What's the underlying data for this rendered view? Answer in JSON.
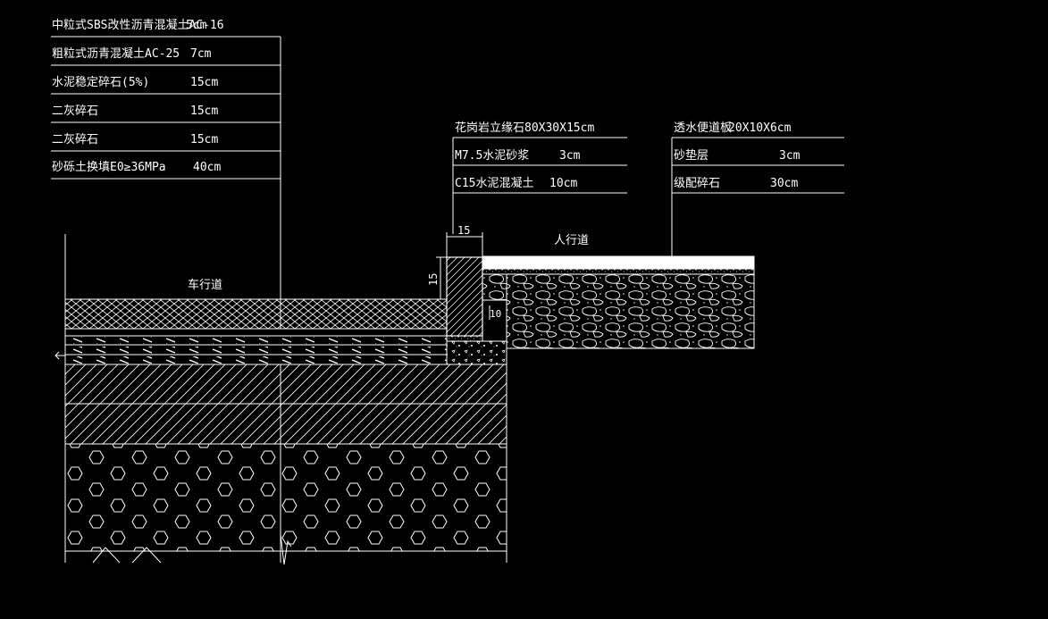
{
  "road_layers": [
    {
      "name": "中粒式SBS改性沥青混凝土AC-16",
      "thickness": "5cm"
    },
    {
      "name": "粗粒式沥青混凝土AC-25",
      "thickness": "7cm"
    },
    {
      "name": "水泥稳定碎石(5%)",
      "thickness": "15cm"
    },
    {
      "name": "二灰碎石",
      "thickness": "15cm"
    },
    {
      "name": "二灰碎石",
      "thickness": "15cm"
    },
    {
      "name": "砂砾土换填E0≥36MPa",
      "thickness": "40cm"
    }
  ],
  "curb_layers": [
    {
      "name": "花岗岩立缘石80X30X15cm",
      "thickness": ""
    },
    {
      "name": "M7.5水泥砂浆",
      "thickness": "3cm"
    },
    {
      "name": "C15水泥混凝土",
      "thickness": "10cm"
    }
  ],
  "sidewalk_layers": [
    {
      "name": "透水便道板",
      "thickness": "20X10X6cm"
    },
    {
      "name": "砂垫层",
      "thickness": "3cm"
    },
    {
      "name": "级配碎石",
      "thickness": "30cm"
    }
  ],
  "labels": {
    "carriageway": "车行道",
    "sidewalk": "人行道",
    "dim_curb_width": "15",
    "dim_curb_height": "15",
    "dim_base": "10"
  },
  "colors": {
    "background": "#000000",
    "line": "#ffffff"
  }
}
